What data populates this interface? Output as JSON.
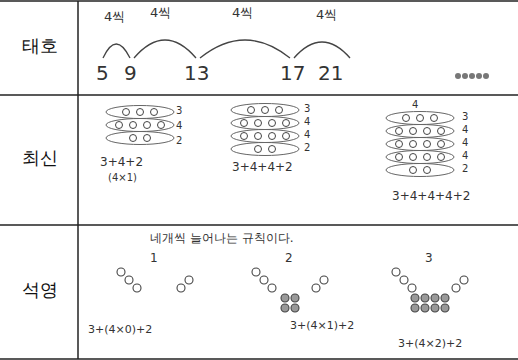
{
  "diagram": {
    "labels": [
      "태호",
      "최신",
      "석영",
      "4씩",
      "4씩",
      "4씩",
      "4씩",
      "5",
      "9",
      "13",
      "17",
      "21",
      "3",
      "4",
      "2",
      "3+4+2",
      "(4×1)",
      "3",
      "4",
      "4",
      "2",
      "3+4+4+2",
      "4",
      "3",
      "4",
      "4",
      "4",
      "2",
      "3+4+4+4+2",
      "네개씩 늘어나는 규칙이다.",
      "1",
      "2",
      "3",
      "3+(4×0)+2",
      "3+(4×1)+2",
      "3+(4×2)+2"
    ]
  }
}
